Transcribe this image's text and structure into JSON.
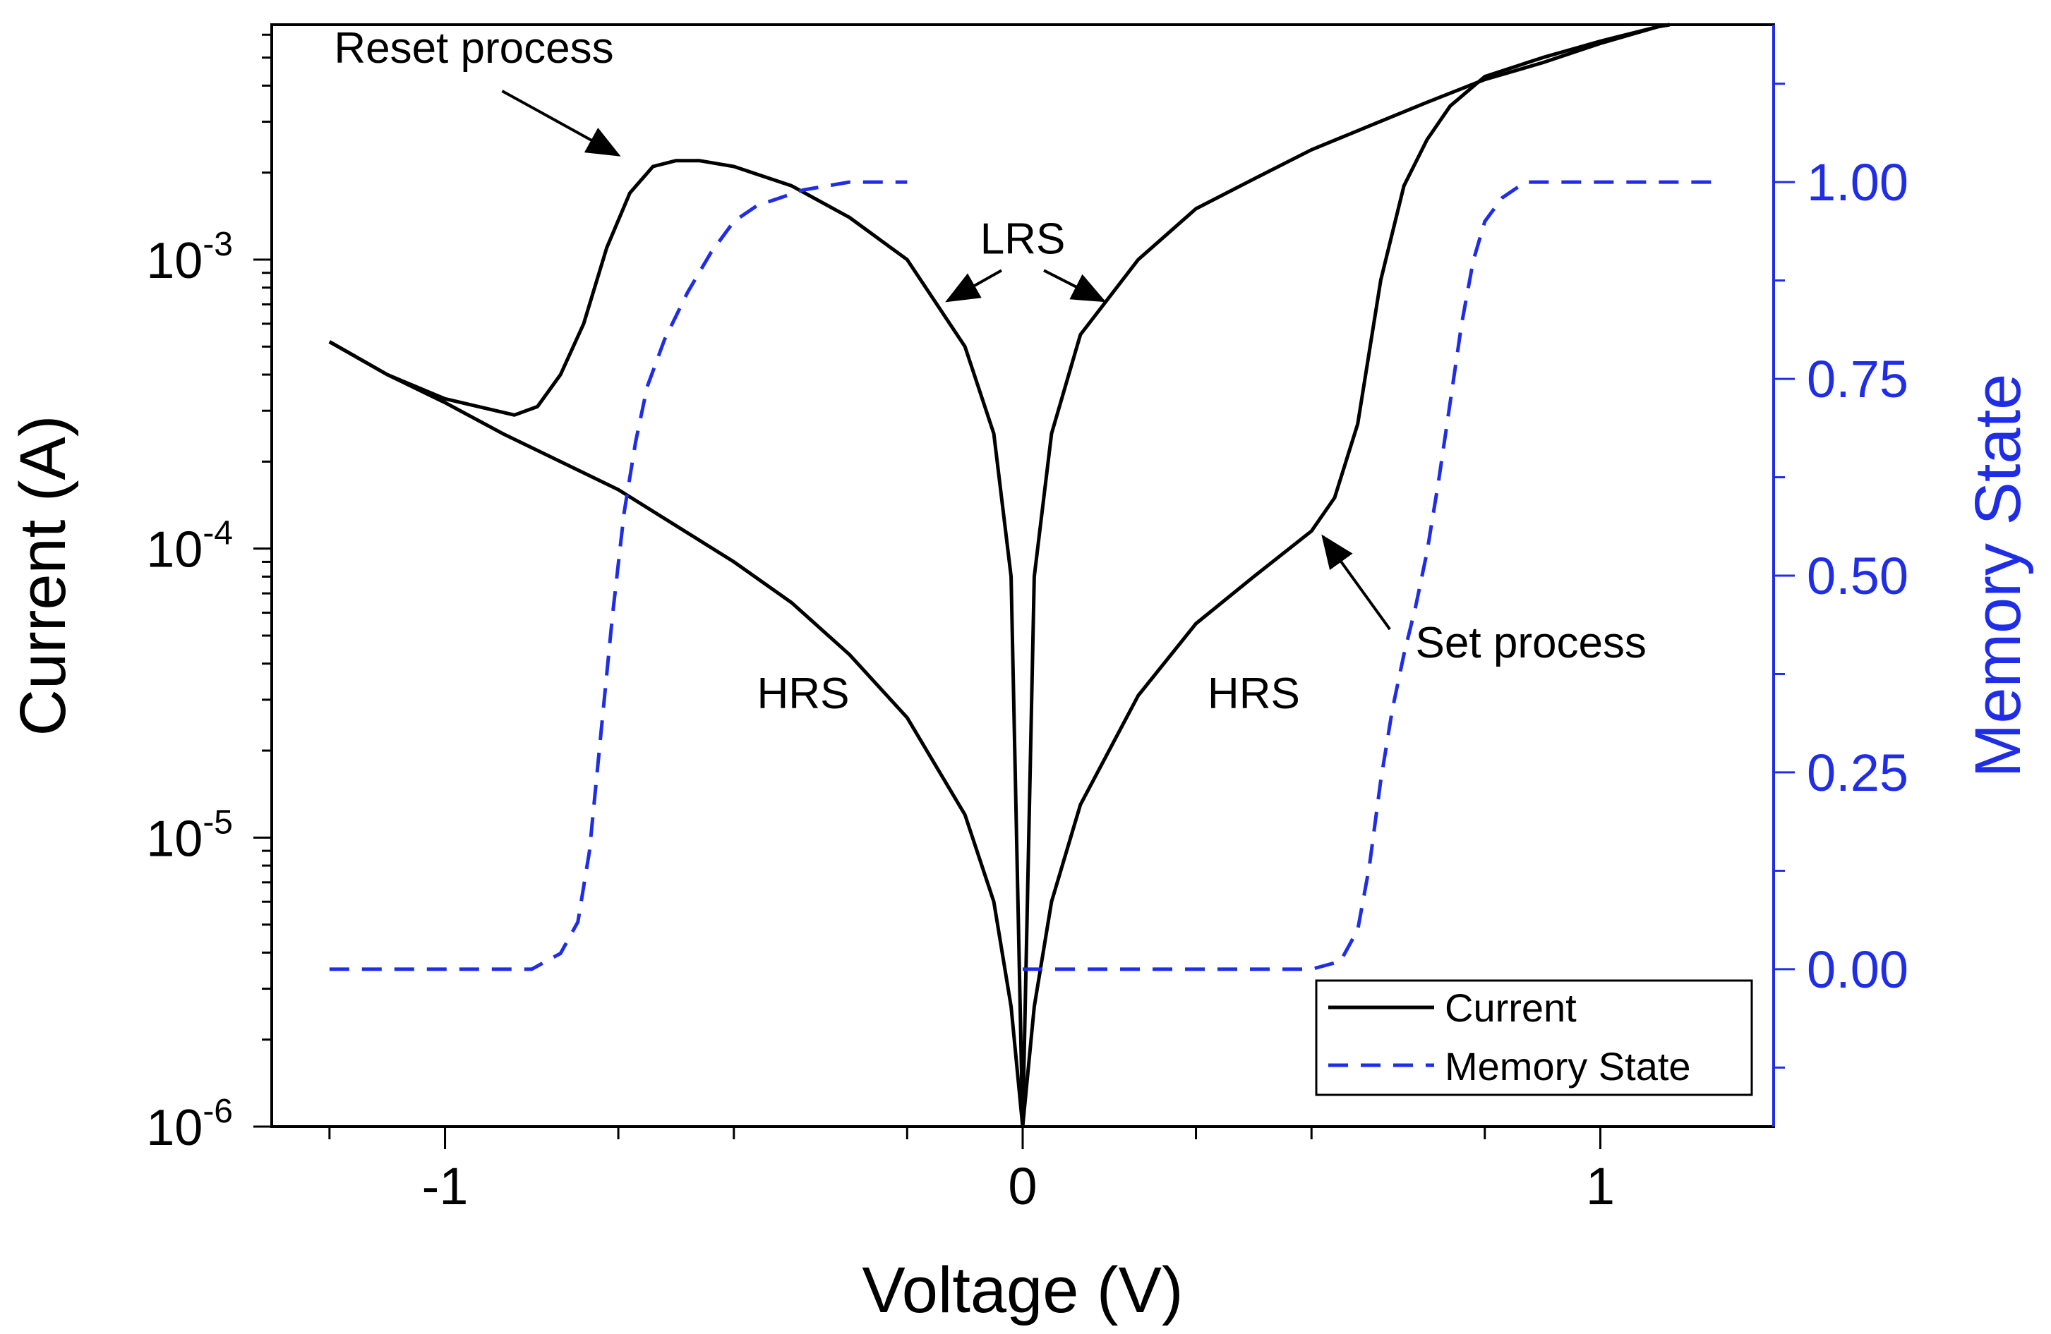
{
  "chart_data": {
    "type": "line",
    "title": "",
    "xlabel": "Voltage (V)",
    "ylabel": "Current (A)",
    "y2label": "Memory State",
    "xlim": [
      -1.3,
      1.3
    ],
    "ylim": [
      1e-06,
      0.0065
    ],
    "y_scale": "log",
    "y2lim": [
      -0.2,
      1.2
    ],
    "x_ticks": [
      -1,
      0,
      1
    ],
    "x_tick_labels": [
      "-1",
      "0",
      "1"
    ],
    "y_ticks": [
      1e-06,
      1e-05,
      0.0001,
      0.001
    ],
    "y_tick_labels": [
      {
        "base": "10",
        "exp": "-6"
      },
      {
        "base": "10",
        "exp": "-5"
      },
      {
        "base": "10",
        "exp": "-4"
      },
      {
        "base": "10",
        "exp": "-3"
      }
    ],
    "y2_ticks": [
      0.0,
      0.25,
      0.5,
      0.75,
      1.0
    ],
    "y2_tick_labels": [
      "0.00",
      "0.25",
      "0.50",
      "0.75",
      "1.00"
    ],
    "grid": false,
    "legend_position": "bottom-right",
    "colors": {
      "current": "#000000",
      "memory": "#1f2ee6",
      "right_axis": "#1f2ee6"
    },
    "series": [
      {
        "name": "Current",
        "axis": "left",
        "style": "solid",
        "segments": [
          {
            "x": [
              -1.2,
              -1.1,
              -1.0,
              -0.9,
              -0.8,
              -0.7,
              -0.6,
              -0.5,
              -0.4,
              -0.3,
              -0.2,
              -0.1,
              -0.05,
              -0.02,
              0.0
            ],
            "y": [
              0.00052,
              0.0004,
              0.00032,
              0.00025,
              0.0002,
              0.00016,
              0.00012,
              9e-05,
              6.5e-05,
              4.3e-05,
              2.6e-05,
              1.2e-05,
              6e-06,
              2.6e-06,
              1e-06
            ]
          },
          {
            "x": [
              -1.2,
              -1.1,
              -1.0,
              -0.88,
              -0.84,
              -0.8,
              -0.76,
              -0.72,
              -0.68,
              -0.64,
              -0.6,
              -0.56,
              -0.5,
              -0.4,
              -0.3,
              -0.2,
              -0.1,
              -0.05,
              -0.02,
              0.0
            ],
            "y": [
              0.00052,
              0.0004,
              0.00033,
              0.00029,
              0.00031,
              0.0004,
              0.0006,
              0.0011,
              0.0017,
              0.0021,
              0.0022,
              0.0022,
              0.0021,
              0.0018,
              0.0014,
              0.001,
              0.0005,
              0.00025,
              8e-05,
              1e-06
            ]
          },
          {
            "x": [
              0.0,
              0.02,
              0.05,
              0.1,
              0.2,
              0.3,
              0.4,
              0.5,
              0.6,
              0.7,
              0.8,
              0.9,
              1.0,
              1.1,
              1.12
            ],
            "y": [
              1e-06,
              8e-05,
              0.00025,
              0.00055,
              0.001,
              0.0015,
              0.0019,
              0.0024,
              0.0029,
              0.0035,
              0.0042,
              0.0048,
              0.0056,
              0.0064,
              0.0065
            ]
          },
          {
            "x": [
              0.0,
              0.02,
              0.05,
              0.1,
              0.2,
              0.3,
              0.4,
              0.5,
              0.54,
              0.58,
              0.62,
              0.66,
              0.7,
              0.74,
              0.8,
              0.9,
              1.0,
              1.1,
              1.12
            ],
            "y": [
              1e-06,
              2.6e-06,
              6e-06,
              1.3e-05,
              3.1e-05,
              5.5e-05,
              8e-05,
              0.000115,
              0.00015,
              0.00027,
              0.00085,
              0.0018,
              0.0026,
              0.0034,
              0.0043,
              0.005,
              0.0057,
              0.0064,
              0.0065
            ]
          }
        ]
      },
      {
        "name": "Memory State",
        "axis": "right",
        "style": "dashed",
        "x": [
          -1.2,
          -1.0,
          -0.85,
          -0.8,
          -0.77,
          -0.75,
          -0.73,
          -0.71,
          -0.69,
          -0.67,
          -0.65,
          -0.62,
          -0.58,
          -0.54,
          -0.5,
          -0.46,
          -0.42,
          -0.38,
          -0.3,
          -0.2,
          0.0,
          0.3,
          0.5,
          0.55,
          0.58,
          0.6,
          0.62,
          0.64,
          0.66,
          0.68,
          0.7,
          0.72,
          0.74,
          0.76,
          0.78,
          0.8,
          0.83,
          0.87,
          1.0,
          1.2
        ],
        "y": [
          0.0,
          0.0,
          0.0,
          0.02,
          0.06,
          0.15,
          0.3,
          0.45,
          0.58,
          0.67,
          0.74,
          0.8,
          0.86,
          0.91,
          0.95,
          0.97,
          0.98,
          0.99,
          1.0,
          1.0,
          0.0,
          0.0,
          0.0,
          0.01,
          0.05,
          0.13,
          0.24,
          0.33,
          0.4,
          0.46,
          0.53,
          0.62,
          0.72,
          0.82,
          0.9,
          0.95,
          0.98,
          1.0,
          1.0,
          1.0
        ]
      }
    ],
    "annotations": [
      {
        "text": "Reset process",
        "arrow_to": [
          -0.7,
          0.0023
        ],
        "text_at": [
          -0.95,
          0.0048
        ]
      },
      {
        "text": "LRS",
        "text_at": [
          0.0,
          0.00105
        ]
      },
      {
        "text": "HRS",
        "text_at": [
          -0.38,
          2.8e-05
        ]
      },
      {
        "text": "HRS",
        "text_at": [
          0.4,
          2.8e-05
        ]
      },
      {
        "text": "Set process",
        "arrow_to": [
          0.52,
          0.00011
        ],
        "text_at": [
          0.88,
          4.2e-05
        ]
      }
    ]
  }
}
